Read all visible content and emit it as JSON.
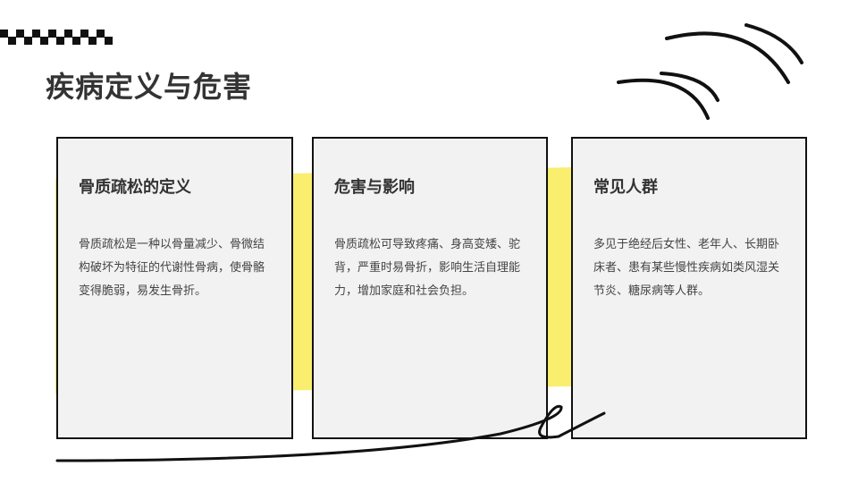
{
  "page": {
    "title": "疾病定义与危害"
  },
  "cards": [
    {
      "heading": "骨质疏松的定义",
      "body": "骨质疏松是一种以骨量减少、骨微结构破坏为特征的代谢性骨病，使骨骼变得脆弱，易发生骨折。"
    },
    {
      "heading": "危害与影响",
      "body": "骨质疏松可导致疼痛、身高变矮、驼背，严重时易骨折，影响生活自理能力，增加家庭和社会负担。"
    },
    {
      "heading": "常见人群",
      "body": "多见于绝经后女性、老年人、长期卧床者、患有某些慢性疾病如类风湿关节炎、糖尿病等人群。"
    }
  ],
  "colors": {
    "accent": "#f9ee6e",
    "card_bg": "#f2f2f2",
    "text": "#333333"
  }
}
